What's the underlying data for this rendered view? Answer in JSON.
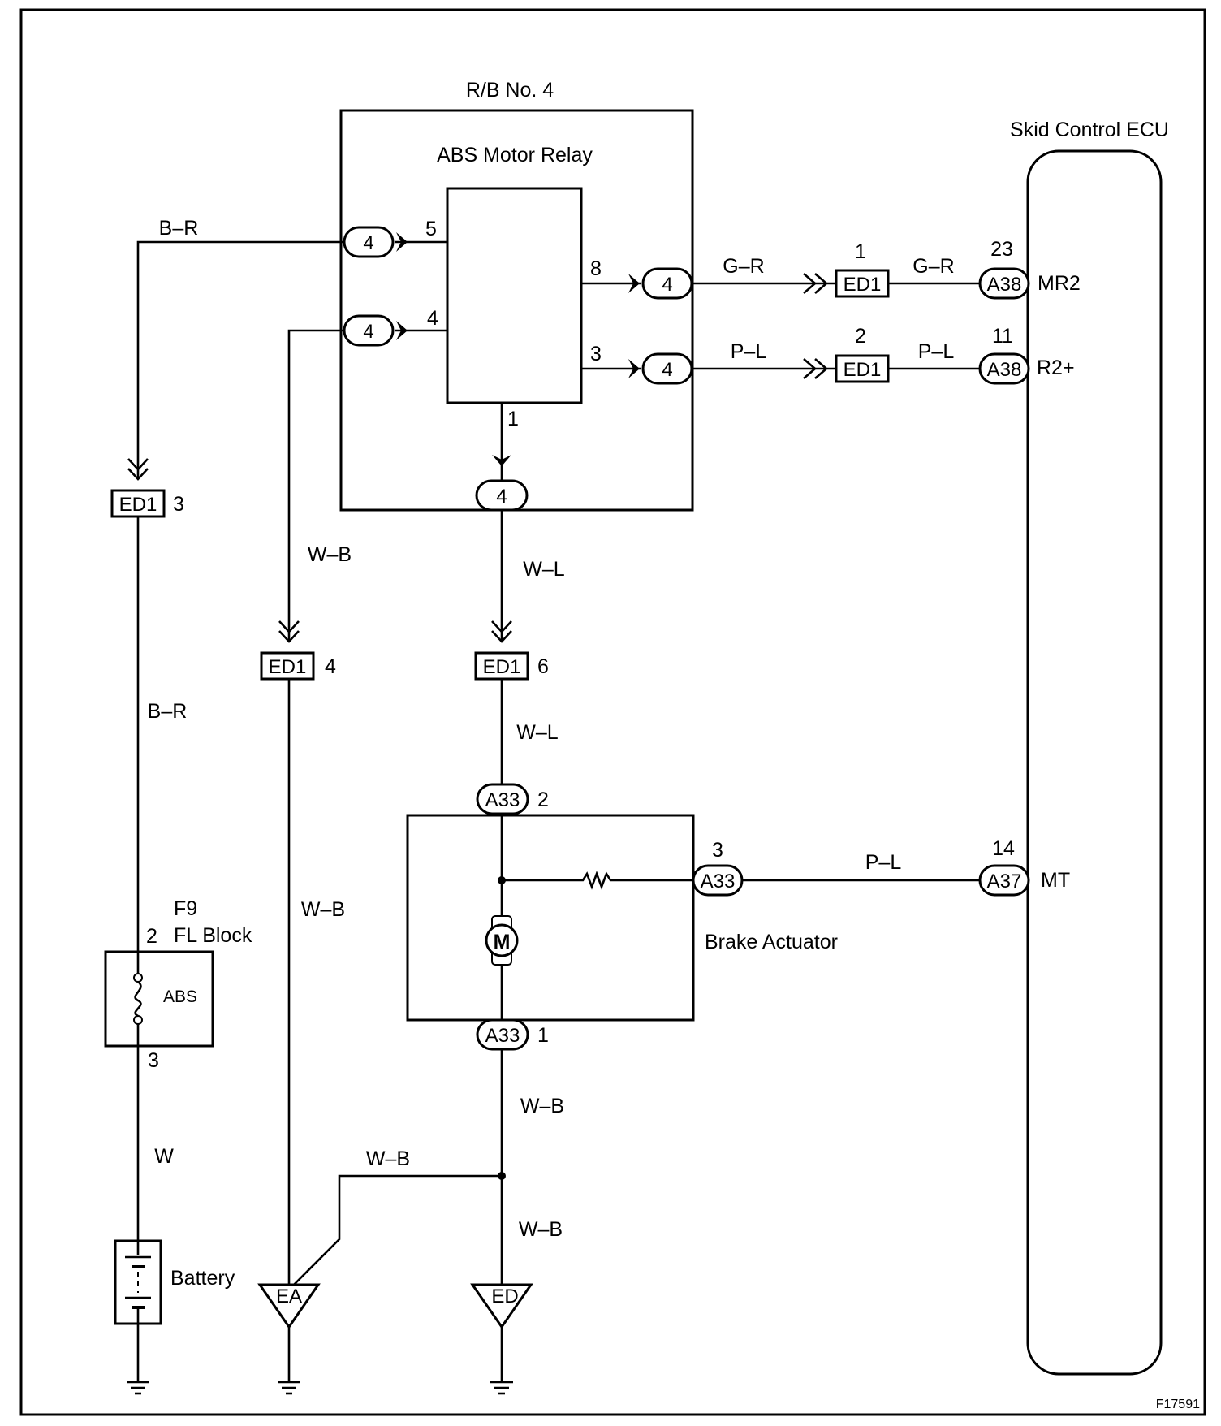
{
  "relay_block": {
    "title": "R/B No. 4",
    "relay_title": "ABS Motor Relay",
    "connector": "4",
    "pins": {
      "p5": "5",
      "p4": "4",
      "p8": "8",
      "p3": "3",
      "p1": "1"
    }
  },
  "ecu": {
    "title": "Skid Control ECU",
    "terminals": {
      "mr2": "MR2",
      "r2p": "R2+",
      "mt": "MT"
    },
    "pins": {
      "p23": "23",
      "p11": "11",
      "p14": "14"
    },
    "connectors": {
      "a38": "A38",
      "a37": "A37"
    }
  },
  "ed1": {
    "label": "ED1",
    "pins": {
      "p1": "1",
      "p2": "2",
      "p3": "3",
      "p4": "4",
      "p6": "6"
    }
  },
  "wires": {
    "br": "B–R",
    "gr": "G–R",
    "pl": "P–L",
    "wb": "W–B",
    "wl": "W–L",
    "w": "W"
  },
  "fuse_block": {
    "name": "F9",
    "title": "FL Block",
    "fuse": "ABS",
    "pin_top": "2",
    "pin_bottom": "3"
  },
  "actuator": {
    "title": "Brake Actuator",
    "connector": "A33",
    "motor": "M",
    "pins": {
      "p1": "1",
      "p2": "2",
      "p3": "3"
    }
  },
  "battery": {
    "label": "Battery"
  },
  "grounds": {
    "ea": "EA",
    "ed": "ED"
  },
  "figure_id": "F17591"
}
